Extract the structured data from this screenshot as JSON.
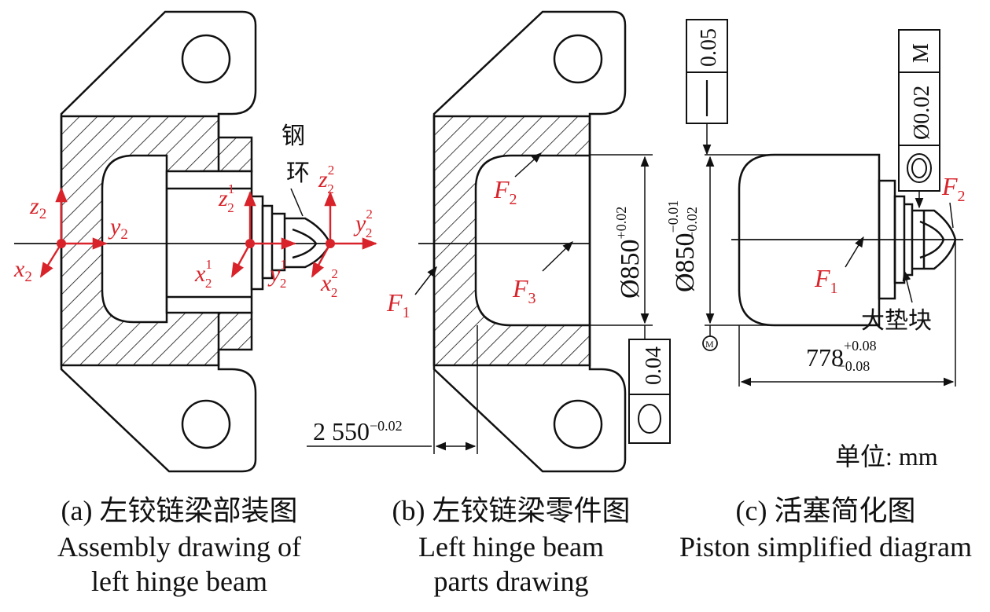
{
  "colors": {
    "line": "#111111",
    "accent": "#d8232a",
    "background": "#ffffff"
  },
  "panel_a": {
    "labels": {
      "z2": "z",
      "z2_sub": "2",
      "y2": "y",
      "y2_sub": "2",
      "x2": "x",
      "x2_sub": "2",
      "z21": "z",
      "z21_sup": "1",
      "z21_sub": "2",
      "x21": "x",
      "x21_sup": "1",
      "x21_sub": "2",
      "y21": "y",
      "y21_sup": "1",
      "y21_sub": "2",
      "z22": "z",
      "z22_sup": "2",
      "z22_sub": "2",
      "y22": "y",
      "y22_sup": "2",
      "y22_sub": "2",
      "x22": "x",
      "x22_sup": "2",
      "x22_sub": "2",
      "ring_1": "钢",
      "ring_2": "环"
    },
    "caption_cn": "(a) 左铰链梁部装图",
    "caption_en_1": "Assembly drawing of",
    "caption_en_2": "left hinge beam"
  },
  "panel_b": {
    "labels": {
      "F1": "F",
      "F1_sub": "1",
      "F2": "F",
      "F2_sub": "2",
      "F3": "F",
      "F3_sub": "3"
    },
    "dim_diameter": "Ø850",
    "dim_diameter_tol": "+0.02",
    "dim_length": "2 550",
    "dim_length_tol": "−0.02",
    "roundness_value": "0.04",
    "caption_cn": "(b) 左铰链梁零件图",
    "caption_en_1": "Left hinge beam",
    "caption_en_2": "parts drawing"
  },
  "panel_c": {
    "labels": {
      "F1": "F",
      "F1_sub": "1",
      "F2": "F",
      "F2_sub": "2",
      "pad": "大垫块"
    },
    "straightness_value": "0.05",
    "cylindricity_value": "Ø0.02",
    "modifier_m": "M",
    "modifier_m_circle": "M",
    "dim_diameter": "Ø850",
    "dim_diameter_tol_upper": "−0.01",
    "dim_diameter_tol_lower": "−0.02",
    "dim_length": "778",
    "dim_length_tol_upper": "+0.08",
    "dim_length_tol_lower": "−0.08",
    "unit": "单位: mm",
    "caption_cn": "(c) 活塞简化图",
    "caption_en": "Piston simplified diagram"
  }
}
